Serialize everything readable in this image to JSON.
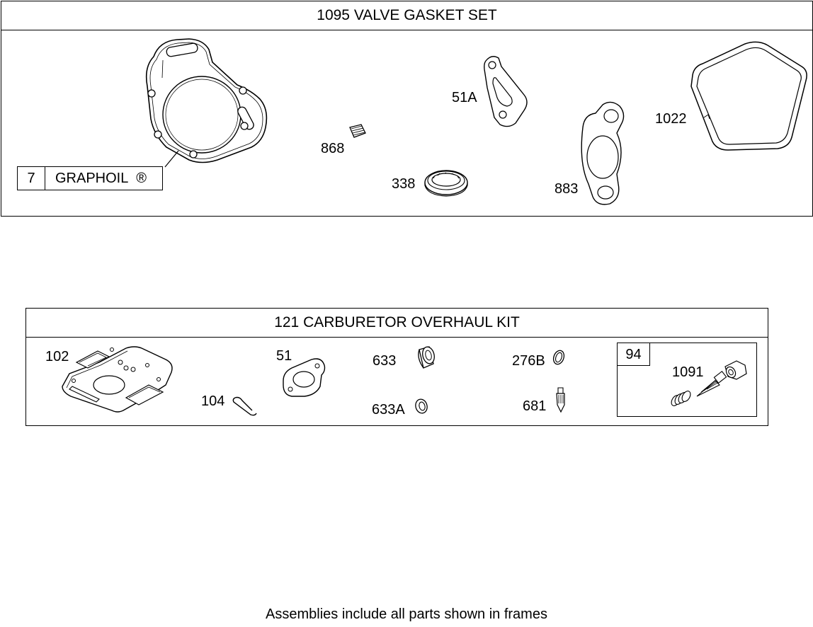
{
  "valve_gasket_set": {
    "title": "1095 VALVE GASKET SET",
    "note": {
      "number": "7",
      "text": "GRAPHOIL",
      "mark": "®"
    },
    "labels": {
      "p868": "868",
      "p338": "338",
      "p51a": "51A",
      "p883": "883",
      "p1022": "1022"
    }
  },
  "carburetor_kit": {
    "title": "121 CARBURETOR OVERHAUL KIT",
    "labels": {
      "p102": "102",
      "p104": "104",
      "p51": "51",
      "p633": "633",
      "p633a": "633A",
      "p276b": "276B",
      "p681": "681"
    },
    "sub_assembly": {
      "tag": "94",
      "label": "1091"
    }
  },
  "footer": "Assemblies include all parts shown in frames"
}
